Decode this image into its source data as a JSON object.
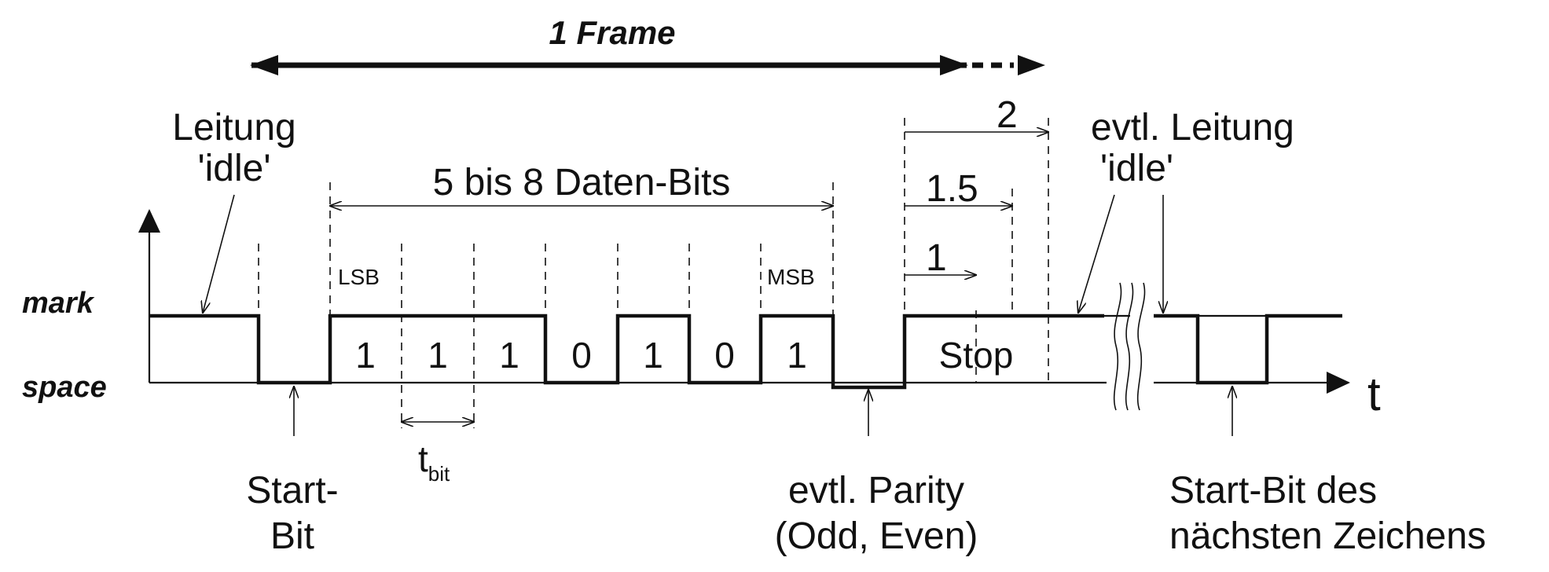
{
  "frame_label": "1 Frame",
  "levels": {
    "mark": "mark",
    "space": "space"
  },
  "time_axis": "t",
  "idle_left": {
    "line1": "Leitung",
    "line2": "'idle'"
  },
  "idle_right": {
    "line1": "evtl. Leitung",
    "line2": "'idle'"
  },
  "data_bits_label": "5 bis 8 Daten-Bits",
  "lsb": "LSB",
  "msb": "MSB",
  "bits": [
    "1",
    "1",
    "1",
    "0",
    "1",
    "0",
    "1"
  ],
  "stop_label": "Stop",
  "stop_lengths": [
    "2",
    "1.5",
    "1"
  ],
  "tbit": {
    "main": "t",
    "sub": "bit"
  },
  "start_bit": {
    "line1": "Start-",
    "line2": "Bit"
  },
  "parity": {
    "line1": "evtl. Parity",
    "line2": "(Odd, Even)"
  },
  "next_start": {
    "line1": "Start-Bit des",
    "line2": "nächsten Zeichens"
  }
}
